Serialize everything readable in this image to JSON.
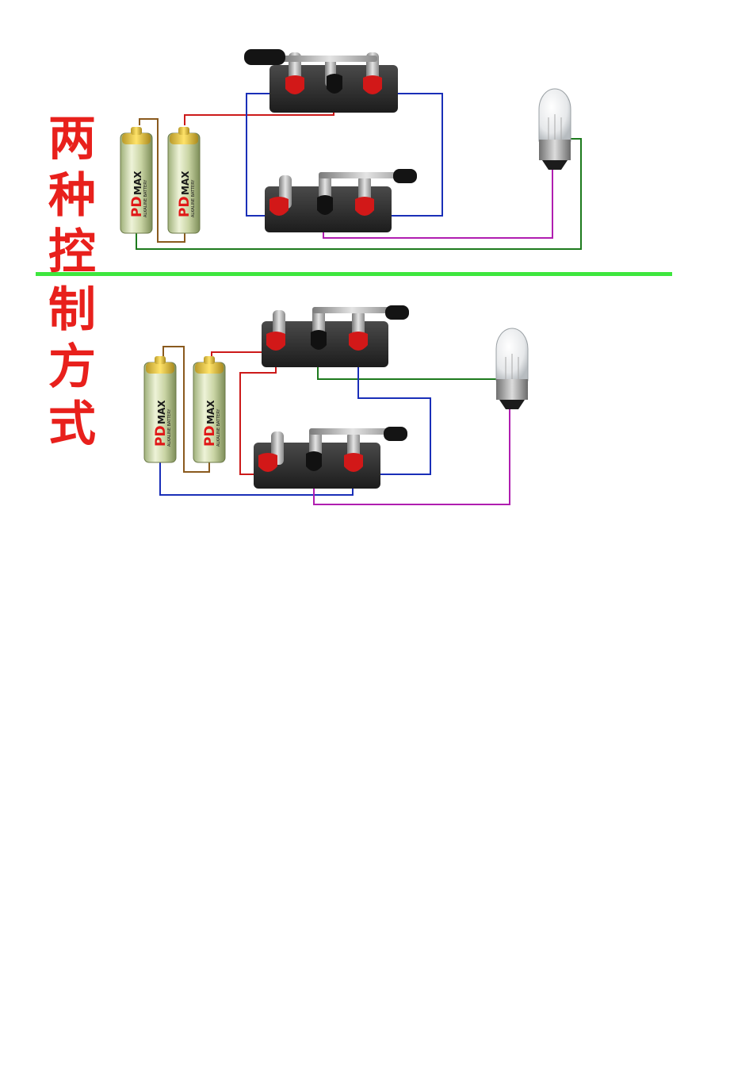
{
  "title": {
    "chars": [
      "两",
      "种",
      "控",
      "制",
      "方",
      "式"
    ],
    "color": "#e8201c"
  },
  "divider_color": "#3ee63e",
  "battery": {
    "brand": "PD",
    "model": "MAX",
    "type_text": "ALKALINE BATTERY",
    "brand_color": "#e01818"
  },
  "wire_colors": {
    "red": "#cc1a1a",
    "blue": "#1a2fb8",
    "purple": "#b01eb0",
    "green": "#1d7a1d",
    "brown": "#8a5a1e"
  },
  "icons": {
    "switch": "knife-switch-icon",
    "battery": "battery-icon",
    "bulb": "light-bulb-icon"
  }
}
